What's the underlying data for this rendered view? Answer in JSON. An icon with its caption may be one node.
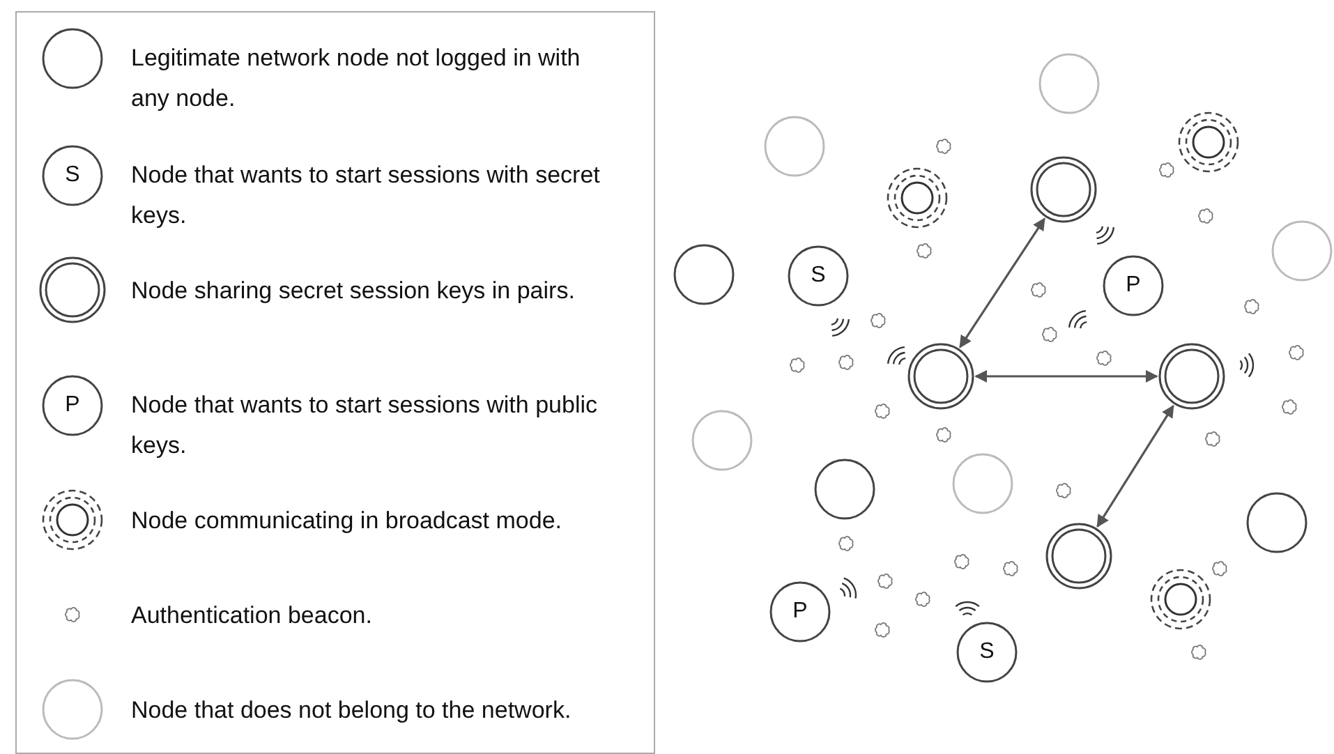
{
  "diagram": {
    "nodes": [
      {
        "text": [],
        "shape": "circle"
      },
      {
        "text": [],
        "shape": "circle"
      },
      {
        "text": [],
        "shape": "circle"
      },
      {
        "text": [],
        "shape": "circle"
      },
      {
        "text": [],
        "shape": "circle"
      },
      {
        "text": [],
        "shape": "circle"
      },
      {
        "text": [],
        "shape": "circle"
      },
      {
        "text": [
          "S"
        ]
      },
      {
        "text": [
          "P"
        ]
      },
      {
        "text": [],
        "shape": "circle"
      },
      {
        "text": [],
        "shape": "circle"
      },
      {
        "text": [],
        "shape": "circle"
      },
      {
        "text": [],
        "shape": "circle"
      },
      {
        "text": [],
        "shape": "circle"
      },
      {
        "text": [],
        "shape": "circle"
      },
      {
        "text": [],
        "shape": "circle"
      },
      {
        "text": [],
        "shape": "circle"
      },
      {
        "text": [
          "P"
        ]
      },
      {
        "text": [
          "S"
        ]
      }
    ],
    "edges": [
      {
        "from": 3,
        "to": 9,
        "arrow": "both"
      },
      {
        "from": 9,
        "to": 10,
        "arrow": "both"
      },
      {
        "from": 10,
        "to": 15,
        "arrow": "both"
      }
    ],
    "labels": [
      "S",
      "P"
    ],
    "legend": [
      {
        "text": "Legitimate network node not logged in with any node."
      },
      {
        "text": "Node that wants to start sessions with secret keys."
      },
      {
        "text": "Node sharing secret session keys in pairs."
      },
      {
        "text": "Node that wants to start sessions with public keys."
      },
      {
        "text": "Node communicating in broadcast mode."
      },
      {
        "text": "Authentication beacon."
      },
      {
        "text": "Node that does not belong to the network."
      }
    ]
  }
}
